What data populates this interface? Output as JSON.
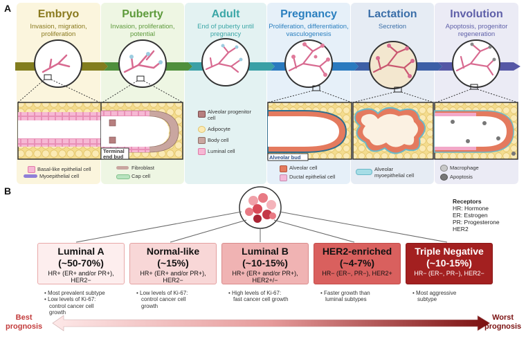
{
  "panel_a_label": "A",
  "panel_b_label": "B",
  "stages": [
    {
      "title": "Embryo",
      "desc": [
        "Invasion, migration,",
        "proliferation"
      ],
      "title_color": "#8a7a1f",
      "bg": "#fbf5dd",
      "band": "#827d1e"
    },
    {
      "title": "Puberty",
      "desc": [
        "Invasion, proliferation,",
        "potential"
      ],
      "title_color": "#5d9a3b",
      "bg": "#eef6e3",
      "band": "#4f8f3c"
    },
    {
      "title": "Adult",
      "desc": [
        "End of puberty until",
        "pregnancy"
      ],
      "title_color": "#3aa6a6",
      "bg": "#e3f2f2",
      "band": "#3aa0a6"
    },
    {
      "title": "Pregnancy",
      "desc": [
        "Proliferation, differentiation,",
        "vasculogenesis"
      ],
      "title_color": "#2a7fbf",
      "bg": "#e6f0f9",
      "band": "#2a7abf"
    },
    {
      "title": "Lactation",
      "desc": [
        "Secretion"
      ],
      "title_color": "#3a6ea8",
      "bg": "#e6ecf4",
      "band": "#3c5fa6"
    },
    {
      "title": "Involution",
      "desc": [
        "Apoptosis, progenitor",
        "regeneration"
      ],
      "title_color": "#5e5fa8",
      "bg": "#ebebf5",
      "band": "#5557a5"
    }
  ],
  "zoom_labels": {
    "terminal_end_bud": [
      "Terminal",
      "end bud"
    ],
    "alveolar_bud": "Alveolar bud"
  },
  "legend": {
    "basal": "Basal-like epithelial cell",
    "myoepithelial": "Myoepithelial cell",
    "fibroblast": "Fibroblast",
    "cap": "Cap cell",
    "alveolar_progenitor": [
      "Alveolar progenitor",
      "cell"
    ],
    "adipocyte": "Adipocyte",
    "body_cell": "Body cell",
    "luminal_cell": "Luminal cell",
    "alveolar_cell": "Alveolar cell",
    "ductal_epithelial": "Ductal epithelial cell",
    "alveolar_myoepithelial": [
      "Alveolar",
      "myoepithelial cell"
    ],
    "macrophage": "Macrophage",
    "apoptosis": "Apoptosis"
  },
  "receptors": {
    "heading": "Receptors",
    "lines": [
      "HR: Hormone",
      "ER: Estrogen",
      "PR: Progesterone",
      "HER2"
    ]
  },
  "subtypes": [
    {
      "name": "Luminal A",
      "pct": "(~50-70%)",
      "receptors": [
        "HR+ (ER+ and/or PR+),",
        "HER2−"
      ],
      "bullets": [
        "• Most prevalent subtype",
        "• Low levels of Ki-67:",
        "  control cancer cell",
        "  growth"
      ],
      "bg": "#fdeeee",
      "border": "#e8a8a8",
      "text": "#111"
    },
    {
      "name": "Normal-like",
      "pct": "(~15%)",
      "receptors": [
        "HR+ (ER+ and/or PR+),",
        "HER2−"
      ],
      "bullets": [
        "• Low levels of Ki-67:",
        "  control cancer cell",
        "  growth"
      ],
      "bg": "#f8d7d7",
      "border": "#e4a0a0",
      "text": "#111"
    },
    {
      "name": "Luminal B",
      "pct": "(~10-15%)",
      "receptors": [
        "HR+ (ER+ and/or PR+),",
        "HER2+/−"
      ],
      "bullets": [
        "• High levels of Ki-67:",
        "  fast cancer cell growth"
      ],
      "bg": "#f0b3b3",
      "border": "#d98a8a",
      "text": "#111"
    },
    {
      "name": "HER2-enriched",
      "pct": "(~4-7%)",
      "receptors": [
        "HR− (ER−, PR−), HER2+"
      ],
      "bullets": [
        "• Faster growth than",
        "  luminal subtypes"
      ],
      "bg": "#d9605e",
      "border": "#c44c4a",
      "text": "#111"
    },
    {
      "name": "Triple Negative",
      "pct": "(~10-15%)",
      "receptors": [
        "HR− (ER−, PR−), HER2−"
      ],
      "bullets": [
        "• Most aggressive",
        "  subtype"
      ],
      "bg": "#a32020",
      "border": "#8a1616",
      "text": "#ffffff"
    }
  ],
  "prognosis": {
    "best": [
      "Best",
      "prognosis"
    ],
    "worst": [
      "Worst",
      "prognosis"
    ],
    "best_color": "#c23b3b",
    "worst_color": "#7a1010"
  }
}
